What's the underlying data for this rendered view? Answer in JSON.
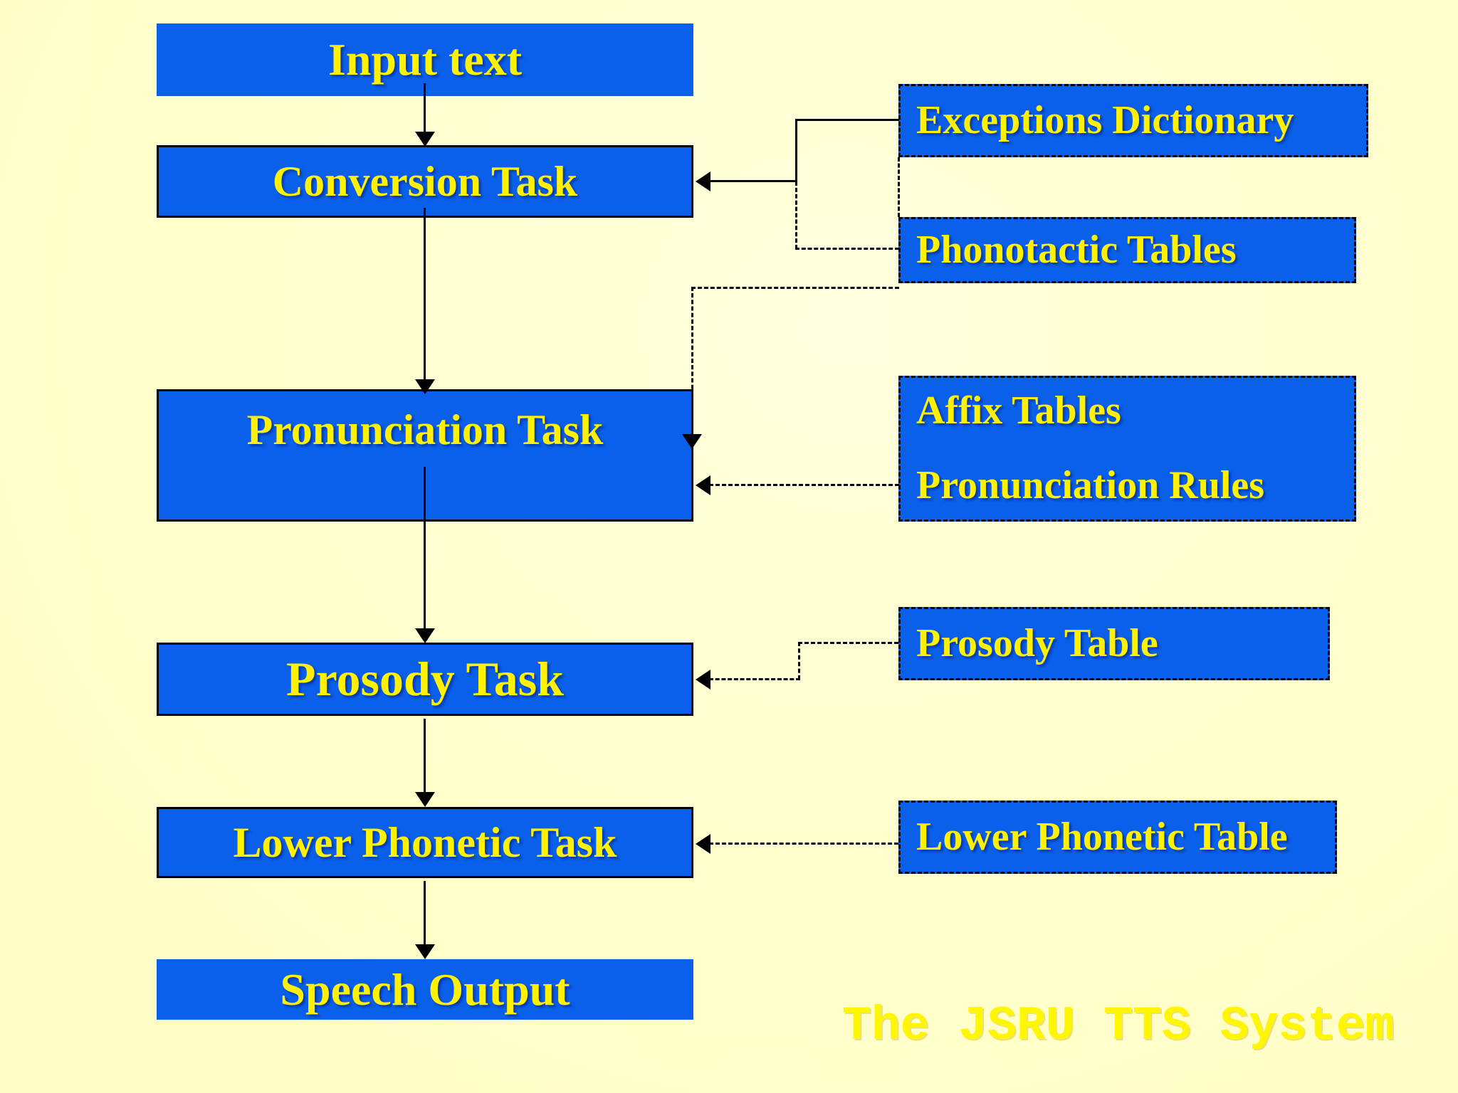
{
  "caption": "The JSRU TTS System",
  "colors": {
    "background": "#FFFFCC",
    "box_fill": "#0A60EA",
    "box_text_yellow": "#FFF100",
    "caption_yellow": "#FFF600",
    "connector_black": "#000000"
  },
  "flow_boxes": [
    {
      "id": "input-text",
      "label": "Input text"
    },
    {
      "id": "conversion-task",
      "label": "Conversion Task"
    },
    {
      "id": "pronunciation-task",
      "label": "Pronunciation Task"
    },
    {
      "id": "prosody-task",
      "label": "Prosody Task"
    },
    {
      "id": "lower-phonetic-task",
      "label": "Lower Phonetic Task"
    },
    {
      "id": "speech-output",
      "label": "Speech Output"
    }
  ],
  "resource_boxes": [
    {
      "id": "exceptions-dictionary",
      "label": "Exceptions Dictionary"
    },
    {
      "id": "phonotactic-tables",
      "label": "Phonotactic Tables"
    },
    {
      "id": "affix-tables-pronunciation-rules",
      "lines": [
        "Affix Tables",
        "Pronunciation Rules"
      ]
    },
    {
      "id": "prosody-table",
      "label": "Prosody Table"
    },
    {
      "id": "lower-phonetic-table",
      "label": "Lower Phonetic Table"
    }
  ]
}
